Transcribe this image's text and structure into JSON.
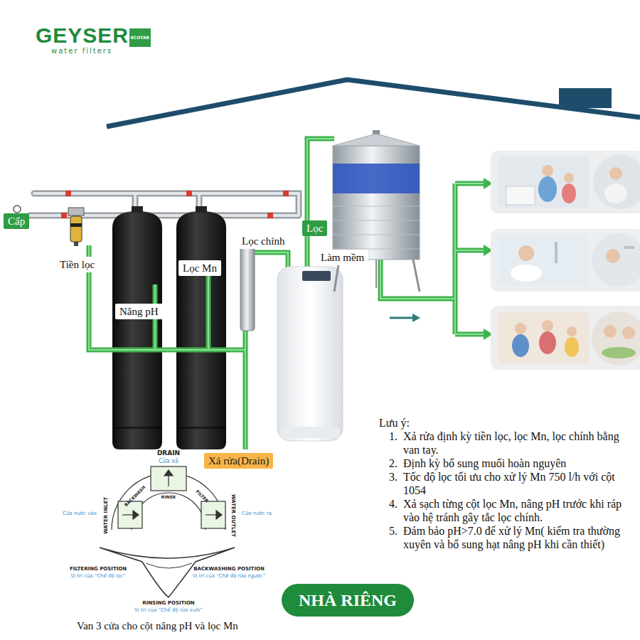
{
  "diagram": {
    "caption": "Van 3 cửa cho cột nâng pH và lọc Mn",
    "nodes": [
      {
        "text": [
          "Cấp"
        ]
      },
      {
        "text": [
          "Tiền lọc"
        ]
      },
      {
        "text": [
          "Nâng pH"
        ]
      },
      {
        "text": [
          "Lọc Mn"
        ]
      },
      {
        "text": [
          "Lọc chính"
        ]
      },
      {
        "text": [
          "Lọc"
        ]
      },
      {
        "text": [
          "Làm mềm"
        ]
      },
      {
        "text": [
          "Xả rửa(Drain)"
        ]
      },
      {
        "text": [
          "NHÀ RIÊNG"
        ]
      }
    ],
    "labels": [
      "GEYSER",
      "water filters",
      "ECOTAR",
      "Lưu ý:",
      "1.",
      "Xả rửa định kỳ tiền lọc, lọc Mn, lọc chính bằng van tay.",
      "2.",
      "Định kỳ bổ sung muối hoàn nguyên",
      "3.",
      "Tốc độ lọc tối ưu cho xử lý Mn 750 l/h với cột 1054",
      "4.",
      "Xả sạch từng cột lọc Mn, nâng pH trước khi ráp vào hệ tránh gây tắc lọc chính.",
      "5.",
      "Đảm bảo pH>7.0 để xử lý Mn( kiểm tra thường xuyên và bổ sung hạt nâng pH khi cần thiết)",
      "DRAIN",
      "Cửa xả",
      "RINSE",
      "BACKWASH",
      "FILTER",
      "WATER INLET",
      "Cửa nước vào",
      "WATER OUTLET",
      "Cửa nước ra",
      "FILTERING POSITION",
      "Vị trí của “Chế độ lọc”",
      "BACKWASHING POSITION",
      "Vị trí của “Chế độ rửa ngược”",
      "RINSING POSITION",
      "Vị trí của “Chế độ rửa xuôi”"
    ]
  }
}
